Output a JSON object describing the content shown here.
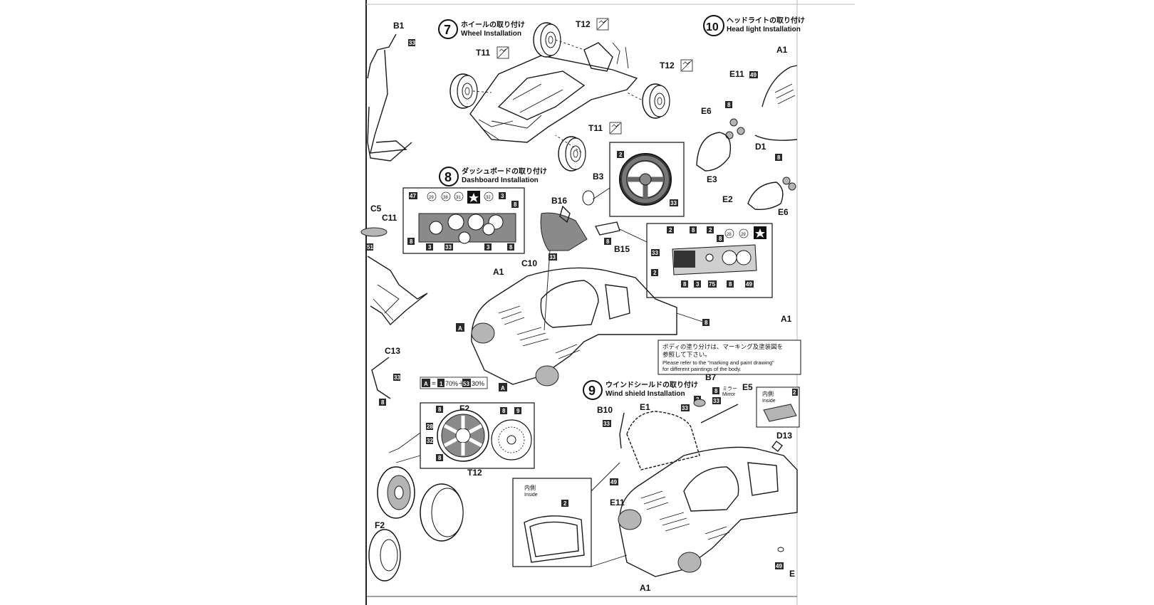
{
  "steps": {
    "wheel": {
      "num": "7",
      "jp": "ホイールの取り付け",
      "en": "Wheel Installation"
    },
    "dash": {
      "num": "8",
      "jp": "ダッシュボードの取り付け",
      "en": "Dashboard Installation"
    },
    "wind": {
      "num": "9",
      "jp": "ウインドシールドの取り付け",
      "en": "Wind shield Installation"
    },
    "head": {
      "num": "10",
      "jp": "ヘッドライトの取り付け",
      "en": "Head light Installation"
    }
  },
  "parts": {
    "b1": "B1",
    "c5": "C5",
    "c11": "C11",
    "c13": "C13",
    "f2": "F2",
    "t12": "T12",
    "t11": "T11",
    "b16": "B16",
    "b3": "B3",
    "b15": "B15",
    "c10": "C10",
    "a1": "A1",
    "a": "A",
    "a1_side": "A1",
    "e11": "E11",
    "e6": "E6",
    "d1": "D1",
    "e3": "E3",
    "e2": "E2",
    "b10": "B10",
    "e1": "E1",
    "b7": "B7",
    "e5": "E5",
    "d13": "D13",
    "e": "E"
  },
  "paints": {
    "p33": "33",
    "p8": "8",
    "p47": "47",
    "p29": "29",
    "p38": "38",
    "p31": "31",
    "p32": "32",
    "p3": "3",
    "p2": "2",
    "p28": "28",
    "p9": "9",
    "p49": "49",
    "p75": "75",
    "p51": "51"
  },
  "notes": {
    "body_jp1": "ボディの塗り分けは、マーキング及塗装図を",
    "body_jp2": "参照して下さい。",
    "body_en1": "Please refer to the \"marking and paint drawing\"",
    "body_en2": "for different paintings of the body.",
    "mix_a": "A",
    "mix_eq": "=",
    "mix_1": "1",
    "mix_p1": "70%＋",
    "mix_53": "53",
    "mix_p2": "30%",
    "inside_jp": "内側",
    "inside_en": "Inside",
    "mirror_jp": "ミラー",
    "mirror_en": "Mirror"
  },
  "colors": {
    "ink": "#111111",
    "paint_square": "#2a2a2a",
    "panel_gray": "#8a8a8a"
  }
}
